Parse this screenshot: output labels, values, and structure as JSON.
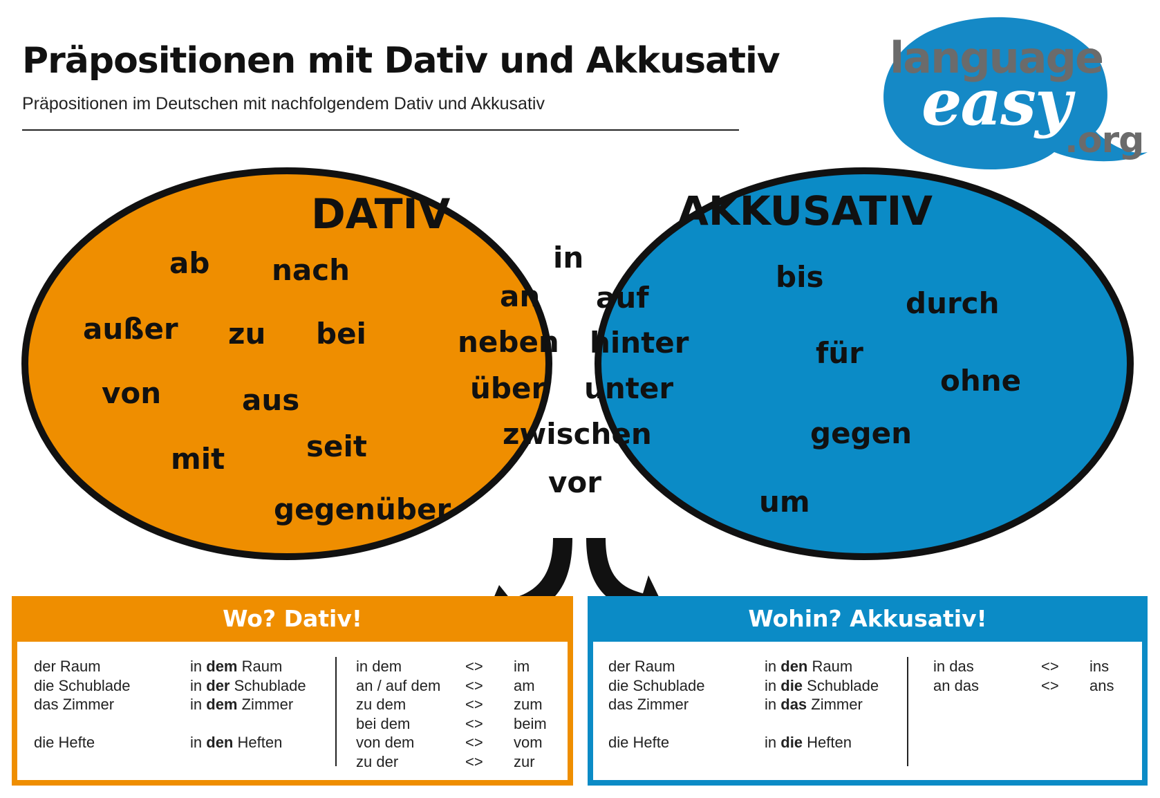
{
  "header": {
    "title": "Präpositionen mit Dativ und Akkusativ",
    "subtitle": "Präpositionen im Deutschen mit nachfolgendem Dativ und Akkusativ"
  },
  "logo": {
    "line1": "language",
    "line2": "easy",
    "line3": ".org",
    "colors": {
      "bubble": "#1589c6",
      "text_gray": "#6b6b6b",
      "text_white": "#ffffff"
    }
  },
  "venn": {
    "colors": {
      "dativ": "#ef8e00",
      "akkusativ": "#0b8bc6",
      "both": "#cc1719",
      "outline": "#111111"
    },
    "dativ": {
      "heading": "DATIV",
      "words": [
        "ab",
        "nach",
        "außer",
        "zu",
        "bei",
        "von",
        "aus",
        "mit",
        "seit",
        "gegenüber"
      ]
    },
    "akkusativ": {
      "heading": "AKKUSATIV",
      "words": [
        "bis",
        "durch",
        "für",
        "ohne",
        "gegen",
        "um"
      ]
    },
    "both": {
      "words": [
        "in",
        "an",
        "auf",
        "neben",
        "hinter",
        "über",
        "unter",
        "zwischen",
        "vor"
      ]
    }
  },
  "panels": {
    "dativ": {
      "heading": "Wo? Dativ!",
      "nouns": [
        "der Raum",
        "die Schublade",
        "das Zimmer",
        "",
        "die Hefte"
      ],
      "forms": [
        {
          "pre": "in ",
          "art": "dem",
          "post": " Raum"
        },
        {
          "pre": "in ",
          "art": "der",
          "post": " Schublade"
        },
        {
          "pre": "in ",
          "art": "dem",
          "post": " Zimmer"
        },
        {
          "pre": "",
          "art": "",
          "post": ""
        },
        {
          "pre": "in ",
          "art": "den",
          "post": " Heften"
        }
      ],
      "contractions": [
        {
          "long": "in dem",
          "sym": "<>",
          "short": "im"
        },
        {
          "long": "an / auf dem",
          "sym": "<>",
          "short": "am"
        },
        {
          "long": "zu dem",
          "sym": "<>",
          "short": "zum"
        },
        {
          "long": "bei dem",
          "sym": "<>",
          "short": "beim"
        },
        {
          "long": "von dem",
          "sym": "<>",
          "short": "vom"
        },
        {
          "long": "zu der",
          "sym": "<>",
          "short": "zur"
        }
      ]
    },
    "akkusativ": {
      "heading": "Wohin? Akkusativ!",
      "nouns": [
        "der Raum",
        "die Schublade",
        "das Zimmer",
        "",
        "die Hefte"
      ],
      "forms": [
        {
          "pre": "in ",
          "art": "den",
          "post": " Raum"
        },
        {
          "pre": "in ",
          "art": "die",
          "post": " Schublade"
        },
        {
          "pre": "in ",
          "art": "das",
          "post": " Zimmer"
        },
        {
          "pre": "",
          "art": "",
          "post": ""
        },
        {
          "pre": "in ",
          "art": "die",
          "post": " Heften"
        }
      ],
      "contractions": [
        {
          "long": "in das",
          "sym": "<>",
          "short": "ins"
        },
        {
          "long": "an das",
          "sym": "<>",
          "short": "ans"
        }
      ]
    }
  }
}
